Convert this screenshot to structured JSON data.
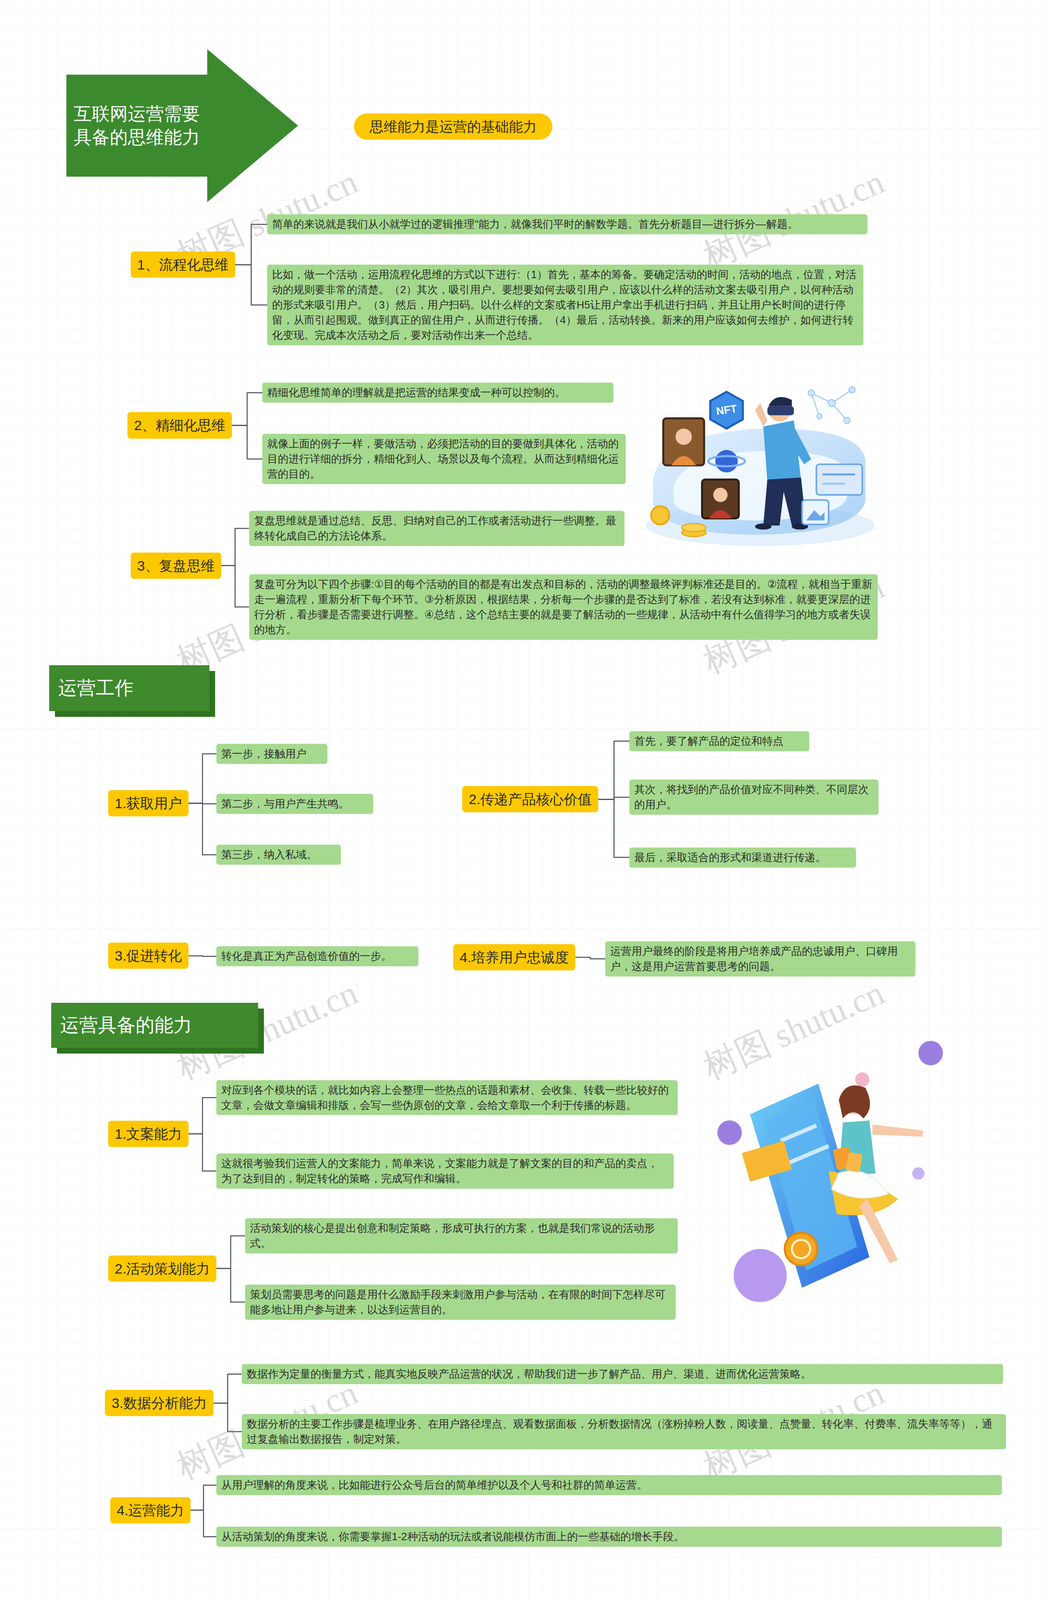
{
  "diagram": {
    "nodes": [
      {
        "text": [
          "互联网运营需要具备的思维能力"
        ]
      },
      {
        "text": [
          "思维能力是运营的基础能力"
        ]
      },
      {
        "text": [
          "1、流程化思维"
        ]
      },
      {
        "text": [
          "简单的来说就是我们从小就学过的逻辑推理\"能力，就像我们平时的解数学题。首先分析题目—进行拆分—解题。"
        ]
      },
      {
        "text": [
          "比如，做一个活动，运用流程化思维的方式以下进行:（1）首先，基本的筹备。要确定活动的时间，活动的地点，位置，对活动的规则要非常的清楚。（2）其次，吸引用户。要想要如何去吸引用户，应该以什么样的活动文案去吸引用户，以何种活动的形式来吸引用户。（3）然后，用户扫码。以什么样的文案或者H5让用户拿出手机进行扫码，并且让用户长时间的进行停留，从而引起围观。做到真正的留住用户，从而进行传播。（4）最后，活动转换。新来的用户应该如何去维护，如何进行转化变现。完成本次活动之后，要对活动作出来一个总结。"
        ]
      },
      {
        "text": [
          "2、精细化思维"
        ]
      },
      {
        "text": [
          "精细化思维简单的理解就是把运营的结果变成一种可以控制的。"
        ]
      },
      {
        "text": [
          "就像上面的例子一样，要做活动，必须把活动的目的要做到具体化，活动的目的进行详细的拆分，精细化到人、场景以及每个流程。从而达到精细化运营的目的。"
        ]
      },
      {
        "text": [
          "3、复盘思维"
        ]
      },
      {
        "text": [
          "复盘思维就是通过总结、反思、归纳对自己的工作或者活动进行一些调整。最终转化成自己的方法论体系。"
        ]
      },
      {
        "text": [
          "复盘可分为以下四个步骤:①目的每个活动的目的都是有出发点和目标的，活动的调整最终评判标准还是目的。②流程，就相当于重新走一遍流程，重新分析下每个环节。③分析原因，根据结果，分析每一个步骤的是否达到了标准，若没有达到标准，就要更深层的进行分析，看步骤是否需要进行调整。④总结，这个总结主要的就是要了解活动的一些规律，从活动中有什么值得学习的地方或者失误的地方。"
        ]
      },
      {
        "text": [
          "运营工作"
        ]
      },
      {
        "text": [
          "1.获取用户"
        ]
      },
      {
        "text": [
          "第一步，接触用户"
        ]
      },
      {
        "text": [
          "第二步，与用户产生共鸣。"
        ]
      },
      {
        "text": [
          "第三步，纳入私域。"
        ]
      },
      {
        "text": [
          "2.传递产品核心价值"
        ]
      },
      {
        "text": [
          "首先，要了解产品的定位和特点"
        ]
      },
      {
        "text": [
          "其次，将找到的产品价值对应不同种类、不同层次的用户。"
        ]
      },
      {
        "text": [
          "最后，采取适合的形式和渠道进行传递。"
        ]
      },
      {
        "text": [
          "3.促进转化"
        ]
      },
      {
        "text": [
          "转化是真正为产品创造价值的一步。"
        ]
      },
      {
        "text": [
          "4.培养用户忠诚度"
        ]
      },
      {
        "text": [
          "运营用户最终的阶段是将用户培养成产品的忠诚用户、口碑用户，这是用户运营首要思考的问题。"
        ]
      },
      {
        "text": [
          "运营具备的能力"
        ]
      },
      {
        "text": [
          "1.文案能力"
        ]
      },
      {
        "text": [
          "对应到各个模块的话，就比如内容上会整理一些热点的话题和素材、会收集、转载一些比较好的文章，会做文章编辑和排版，会写一些伪原创的文章，会给文章取一个利于传播的标题。"
        ]
      },
      {
        "text": [
          "这就很考验我们运营人的文案能力，简单来说，文案能力就是了解文案的目的和产品的卖点，为了达到目的，制定转化的策略，完成写作和编辑。"
        ]
      },
      {
        "text": [
          "2.活动策划能力"
        ]
      },
      {
        "text": [
          "活动策划的核心是提出创意和制定策略，形成可执行的方案，也就是我们常说的活动形式。"
        ]
      },
      {
        "text": [
          "策划员需要思考的问题是用什么激励手段来刺激用户参与活动，在有限的时间下怎样尽可能多地让用户参与进来，以达到运营目的。"
        ]
      },
      {
        "text": [
          "3.数据分析能力"
        ]
      },
      {
        "text": [
          "数据作为定量的衡量方式，能真实地反映产品运营的状况，帮助我们进一步了解产品、用户、渠道、进而优化运营策略。"
        ]
      },
      {
        "text": [
          "数据分析的主要工作步骤是梳理业务、在用户路径埋点、观看数据面板，分析数据情况（涨粉掉粉人数，阅读量、点赞量、转化率、付费率、流失率等等），通过复盘输出数据报告，制定对策。"
        ]
      },
      {
        "text": [
          "4.运营能力"
        ]
      },
      {
        "text": [
          "从用户理解的角度来说，比如能进行公众号后台的简单维护以及个人号和社群的简单运营。"
        ]
      },
      {
        "text": [
          "从活动策划的角度来说，你需要掌握1-2种活动的玩法或者说能模仿市面上的一些基础的增长手段。"
        ]
      }
    ],
    "edges": [
      {
        "from": 2,
        "to": 3,
        "arrow": "none"
      },
      {
        "from": 2,
        "to": 4,
        "arrow": "none"
      },
      {
        "from": 5,
        "to": 6,
        "arrow": "none"
      },
      {
        "from": 5,
        "to": 7,
        "arrow": "none"
      },
      {
        "from": 8,
        "to": 9,
        "arrow": "none"
      },
      {
        "from": 8,
        "to": 10,
        "arrow": "none"
      },
      {
        "from": 12,
        "to": 13,
        "arrow": "none"
      },
      {
        "from": 12,
        "to": 14,
        "arrow": "none"
      },
      {
        "from": 12,
        "to": 15,
        "arrow": "none"
      },
      {
        "from": 16,
        "to": 17,
        "arrow": "none"
      },
      {
        "from": 16,
        "to": 18,
        "arrow": "none"
      },
      {
        "from": 16,
        "to": 19,
        "arrow": "none"
      },
      {
        "from": 20,
        "to": 21,
        "arrow": "none"
      },
      {
        "from": 22,
        "to": 23,
        "arrow": "none"
      },
      {
        "from": 25,
        "to": 26,
        "arrow": "none"
      },
      {
        "from": 25,
        "to": 27,
        "arrow": "none"
      },
      {
        "from": 28,
        "to": 29,
        "arrow": "none"
      },
      {
        "from": 28,
        "to": 30,
        "arrow": "none"
      },
      {
        "from": 31,
        "to": 32,
        "arrow": "none"
      },
      {
        "from": 31,
        "to": 33,
        "arrow": "none"
      },
      {
        "from": 34,
        "to": 35,
        "arrow": "none"
      },
      {
        "from": 34,
        "to": 36,
        "arrow": "none"
      }
    ],
    "labels": [
      "NFT",
      "树图 shutu.cn",
      "树图 shutu.cn",
      "树图 shutu.cn",
      "树图 shutu.cn",
      "树图 shutu.cn",
      "树图 shutu.cn",
      "树图 shutu.cn",
      "树图 shutu.cn"
    ]
  }
}
